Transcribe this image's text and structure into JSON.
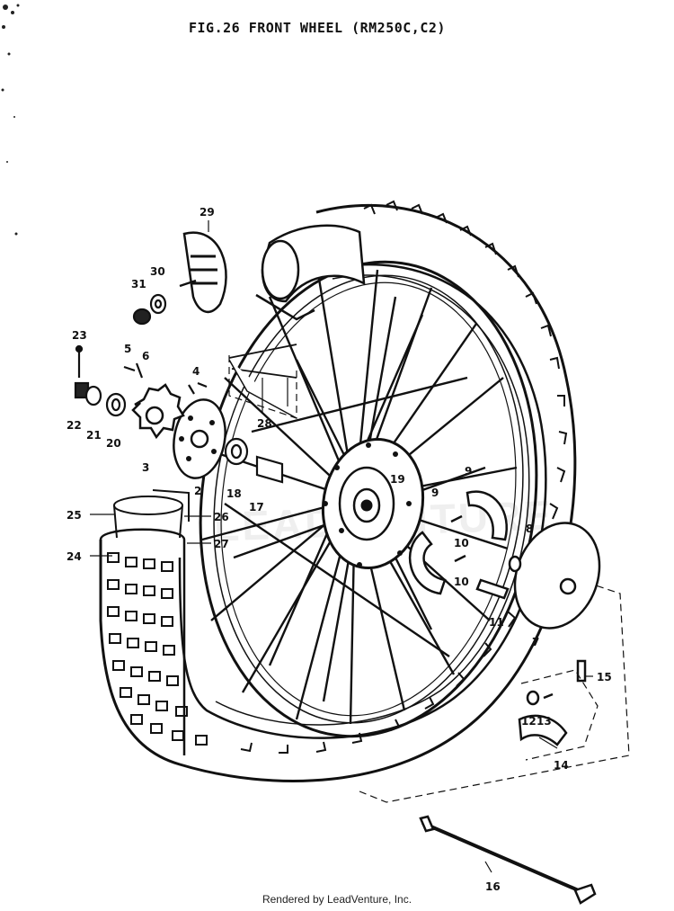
{
  "title": "FIG.26  FRONT WHEEL (RM250C,C2)",
  "footer": "Rendered by LeadVenture, Inc.",
  "watermark": "LEADVENTURE",
  "callouts": [
    "2",
    "3",
    "4",
    "5",
    "6",
    "7",
    "8",
    "9",
    "9",
    "10",
    "10",
    "11",
    "12",
    "13",
    "14",
    "15",
    "16",
    "17",
    "18",
    "19",
    "20",
    "21",
    "22",
    "23",
    "24",
    "25",
    "26",
    "27",
    "28",
    "29",
    "30",
    "31"
  ]
}
